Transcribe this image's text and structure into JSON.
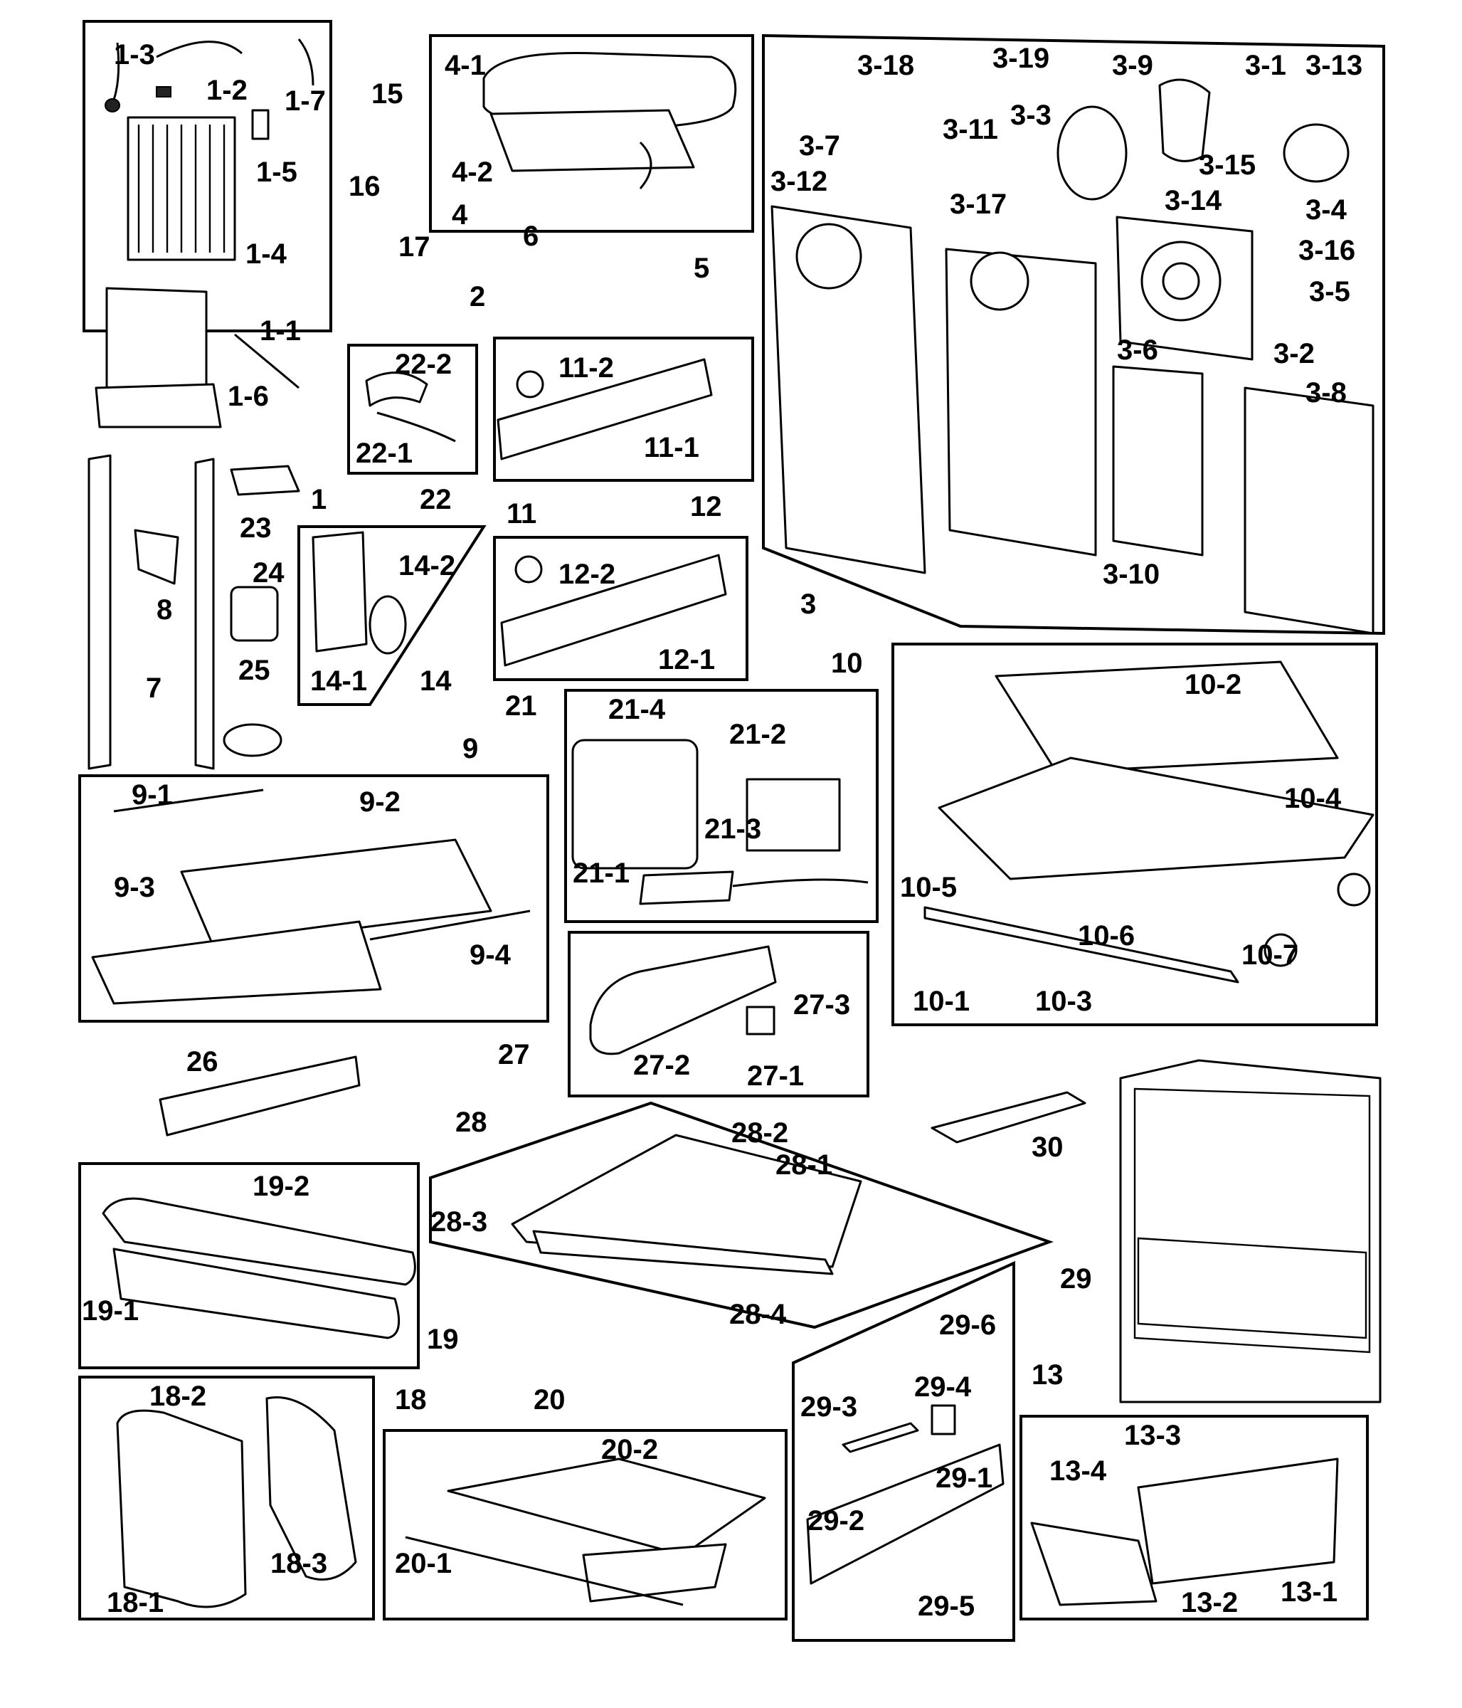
{
  "diagram": {
    "type": "exploded-parts-diagram",
    "groups": [
      {
        "id": "1",
        "label": "1",
        "parts": [
          "1-1",
          "1-2",
          "1-3",
          "1-4",
          "1-5",
          "1-6",
          "1-7"
        ]
      },
      {
        "id": "2",
        "label": "2",
        "parts": []
      },
      {
        "id": "3",
        "label": "3",
        "parts": [
          "3-1",
          "3-2",
          "3-3",
          "3-4",
          "3-5",
          "3-6",
          "3-7",
          "3-8",
          "3-9",
          "3-10",
          "3-11",
          "3-12",
          "3-13",
          "3-14",
          "3-15",
          "3-16",
          "3-17",
          "3-18",
          "3-19"
        ]
      },
      {
        "id": "4",
        "label": "4",
        "parts": [
          "4-1",
          "4-2"
        ]
      },
      {
        "id": "5",
        "label": "5",
        "parts": []
      },
      {
        "id": "6",
        "label": "6",
        "parts": []
      },
      {
        "id": "7",
        "label": "7",
        "parts": []
      },
      {
        "id": "8",
        "label": "8",
        "parts": []
      },
      {
        "id": "9",
        "label": "9",
        "parts": [
          "9-1",
          "9-2",
          "9-3",
          "9-4"
        ]
      },
      {
        "id": "10",
        "label": "10",
        "parts": [
          "10-1",
          "10-2",
          "10-3",
          "10-4",
          "10-5",
          "10-6",
          "10-7"
        ]
      },
      {
        "id": "11",
        "label": "11",
        "parts": [
          "11-1",
          "11-2"
        ]
      },
      {
        "id": "12",
        "label": "12",
        "parts": [
          "12-1",
          "12-2"
        ]
      },
      {
        "id": "13",
        "label": "13",
        "parts": [
          "13-1",
          "13-2",
          "13-3",
          "13-4"
        ]
      },
      {
        "id": "14",
        "label": "14",
        "parts": [
          "14-1",
          "14-2"
        ]
      },
      {
        "id": "15",
        "label": "15",
        "parts": []
      },
      {
        "id": "16",
        "label": "16",
        "parts": []
      },
      {
        "id": "17",
        "label": "17",
        "parts": []
      },
      {
        "id": "18",
        "label": "18",
        "parts": [
          "18-1",
          "18-2",
          "18-3"
        ]
      },
      {
        "id": "19",
        "label": "19",
        "parts": [
          "19-1",
          "19-2"
        ]
      },
      {
        "id": "20",
        "label": "20",
        "parts": [
          "20-1",
          "20-2"
        ]
      },
      {
        "id": "21",
        "label": "21",
        "parts": [
          "21-1",
          "21-2",
          "21-3",
          "21-4"
        ]
      },
      {
        "id": "22",
        "label": "22",
        "parts": [
          "22-1",
          "22-2"
        ]
      },
      {
        "id": "23",
        "label": "23",
        "parts": []
      },
      {
        "id": "24",
        "label": "24",
        "parts": []
      },
      {
        "id": "25",
        "label": "25",
        "parts": []
      },
      {
        "id": "26",
        "label": "26",
        "parts": []
      },
      {
        "id": "27",
        "label": "27",
        "parts": [
          "27-1",
          "27-2",
          "27-3"
        ]
      },
      {
        "id": "28",
        "label": "28",
        "parts": [
          "28-1",
          "28-2",
          "28-3",
          "28-4"
        ]
      },
      {
        "id": "29",
        "label": "29",
        "parts": [
          "29-1",
          "29-2",
          "29-3",
          "29-4",
          "29-5",
          "29-6"
        ]
      },
      {
        "id": "30",
        "label": "30",
        "parts": []
      }
    ]
  }
}
